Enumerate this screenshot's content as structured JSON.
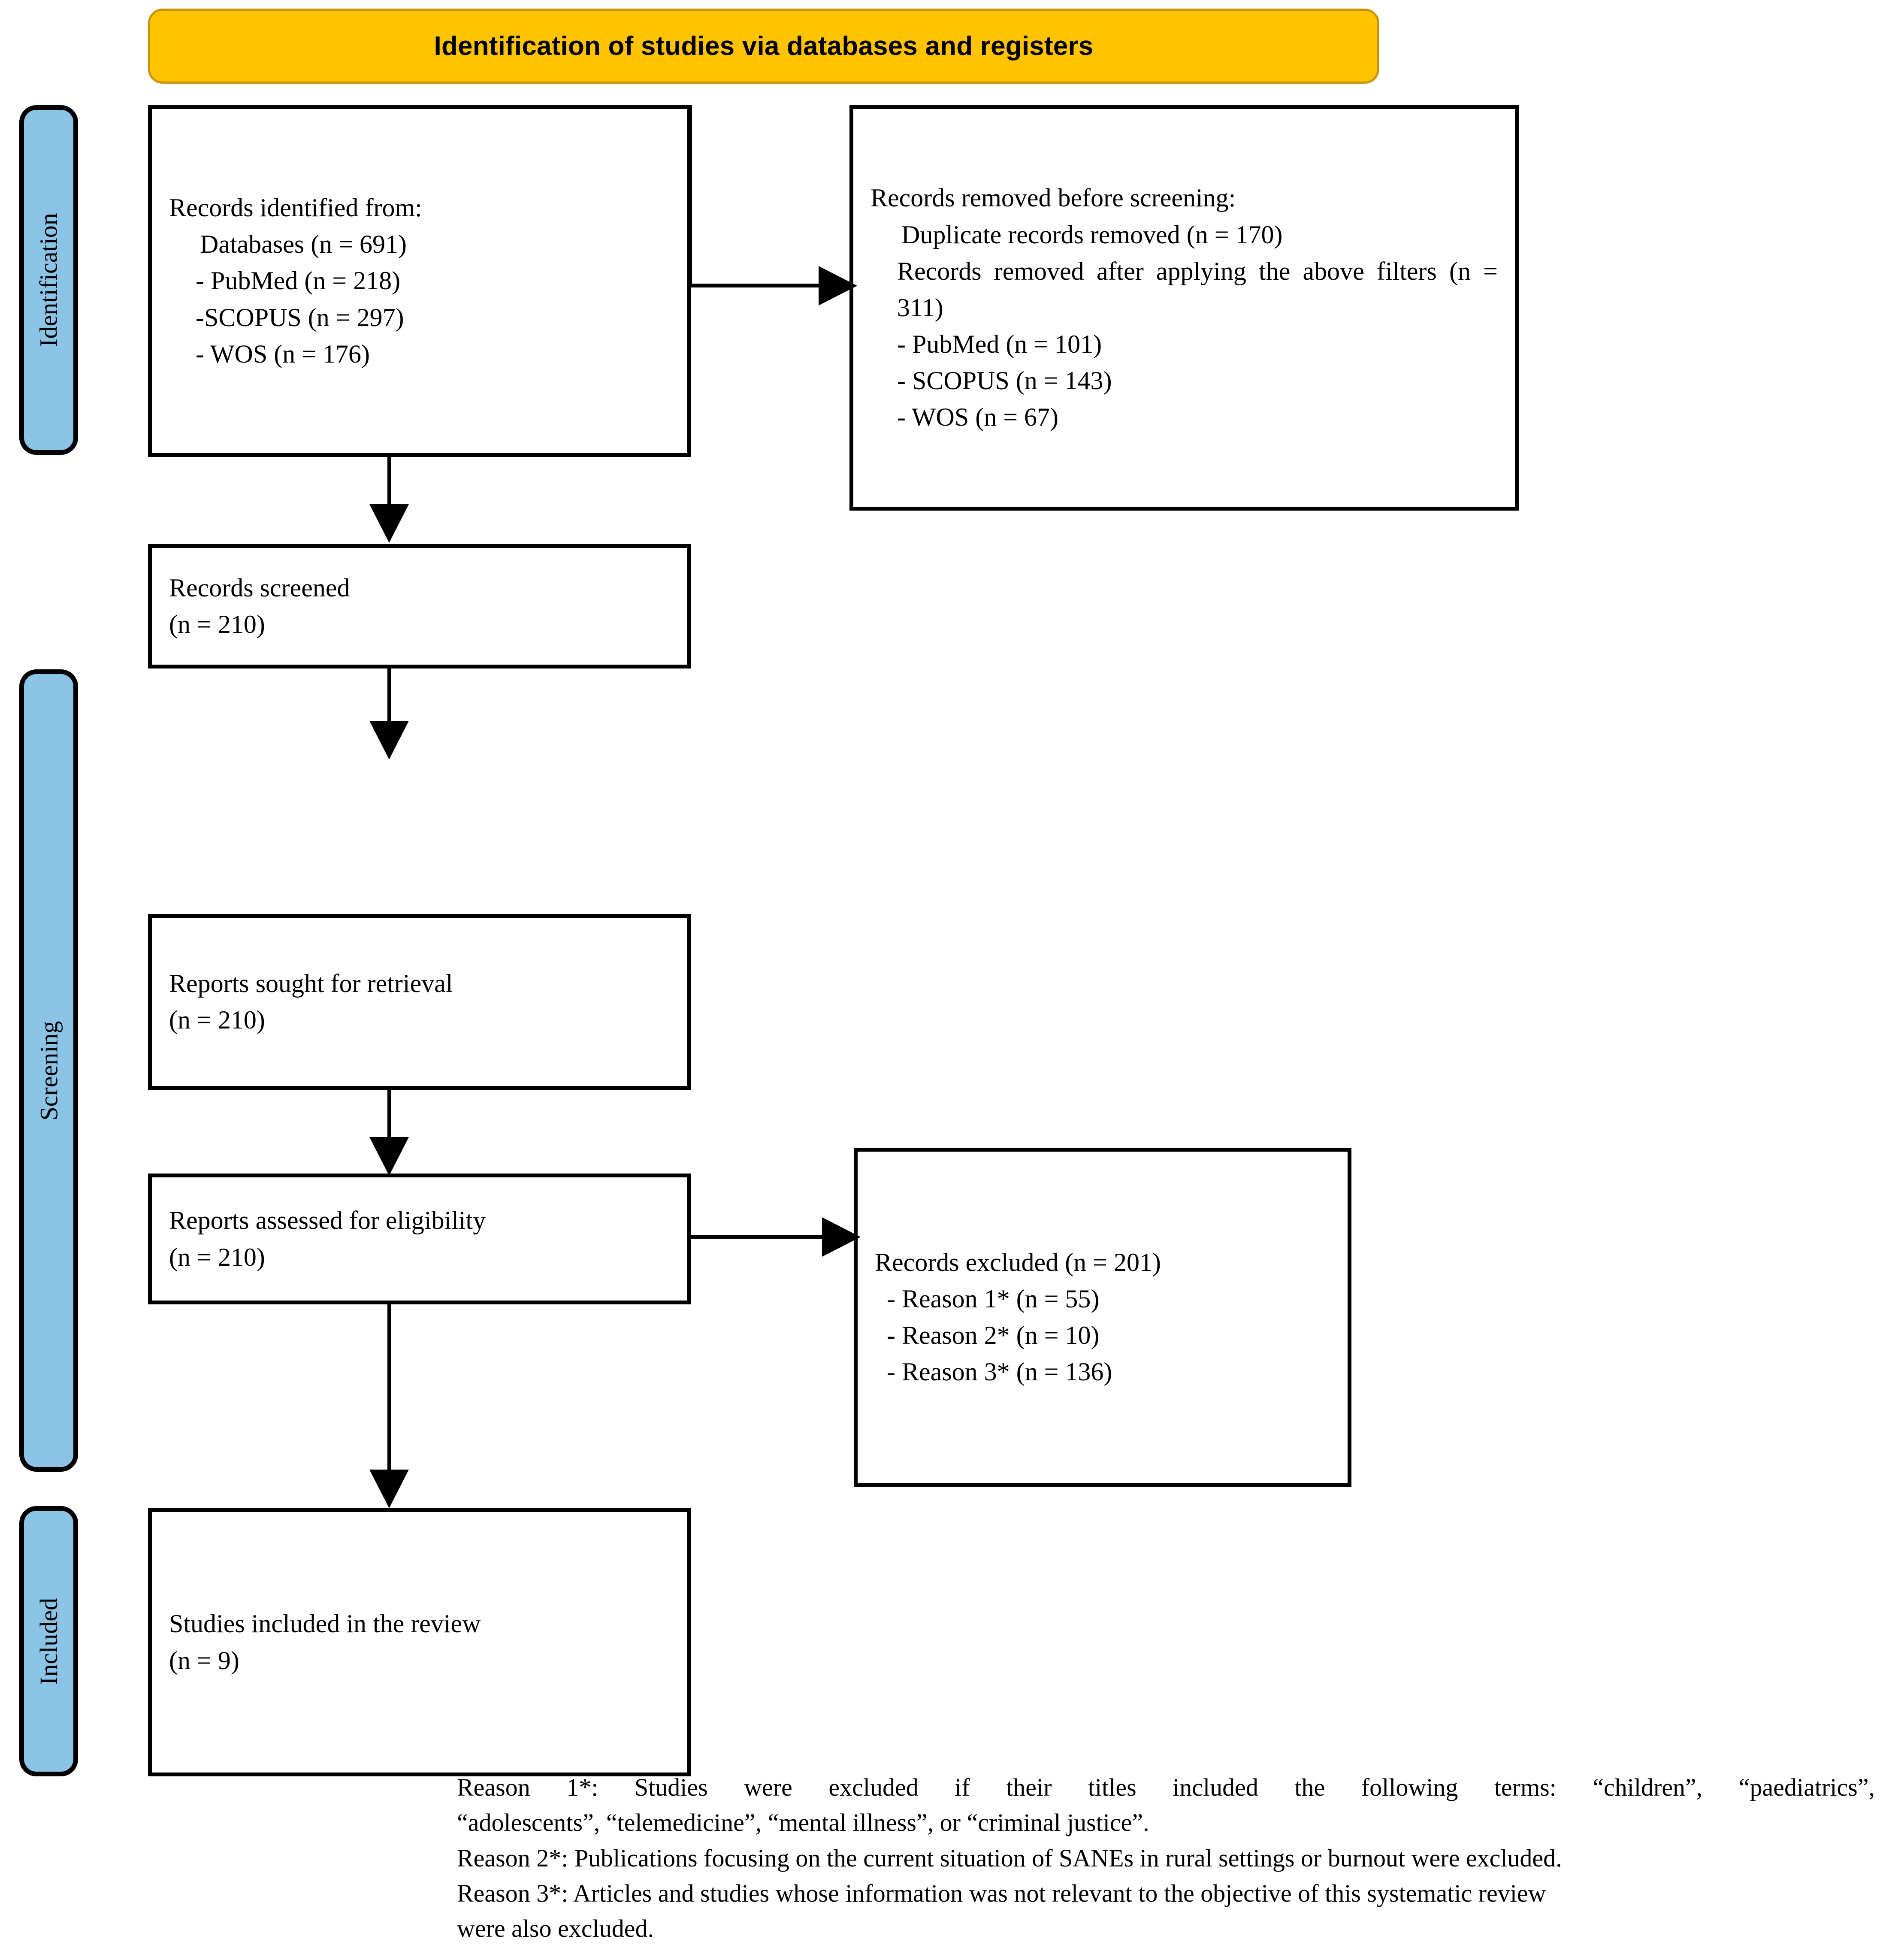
{
  "title": {
    "text": "Identification of studies via databases and registers"
  },
  "colors": {
    "banner_fill": "#FFC300",
    "banner_border": "#C8920A",
    "phase_fill": "#8CC4E8",
    "line": "#000000",
    "box_fill": "#FFFFFF"
  },
  "phases": [
    {
      "label": "Identification"
    },
    {
      "label": "Screening"
    },
    {
      "label": "Included"
    }
  ],
  "boxes": {
    "identified": {
      "lines": [
        "Records identified from:",
        "Databases (n = 691)",
        "- PubMed (n = 218)",
        "-SCOPUS (n = 297)",
        "- WOS (n = 176)"
      ]
    },
    "removed": {
      "lines": [
        "Records removed before screening:",
        "Duplicate records removed (n = 170)",
        "Records removed after applying the above filters (n = 311)",
        "- PubMed (n = 101)",
        "- SCOPUS (n = 143)",
        "- WOS (n = 67)"
      ]
    },
    "screened": {
      "lines": [
        "Records screened",
        "(n = 210)"
      ]
    },
    "sought": {
      "lines": [
        "Reports sought for retrieval",
        "(n = 210)"
      ]
    },
    "assessed": {
      "lines": [
        "Reports assessed for eligibility",
        "(n = 210)"
      ]
    },
    "excluded": {
      "lines": [
        "Records excluded (n = 201)",
        "- Reason 1* (n = 55)",
        "- Reason 2* (n = 10)",
        "- Reason 3* (n = 136)"
      ]
    },
    "included": {
      "lines": [
        "Studies included in the review",
        "(n = 9)"
      ]
    }
  },
  "footnotes": {
    "reason1": "Reason 1*: Studies were excluded if their titles included the following terms: “children”, “paediatrics”,",
    "reason1_cont": "“adolescents”, “telemedicine”, “mental illness”, or “criminal justice”.",
    "reason2": "Reason 2*: Publications focusing on the current situation of SANEs in rural settings or burnout were excluded.",
    "reason3": "Reason 3*: Articles and studies whose information was not relevant to the objective of this systematic review",
    "reason3_cont": "were also excluded."
  },
  "flow_data": {
    "type": "prisma-flow",
    "identified_total": 691,
    "identified_sources": {
      "PubMed": 218,
      "SCOPUS": 297,
      "WOS": 176
    },
    "duplicates_removed": 170,
    "removed_after_filters": 311,
    "removed_sources": {
      "PubMed": 101,
      "SCOPUS": 143,
      "WOS": 67
    },
    "records_screened": 210,
    "reports_sought": 210,
    "reports_assessed": 210,
    "records_excluded": 201,
    "exclusion_reasons": {
      "Reason 1*": 55,
      "Reason 2*": 10,
      "Reason 3*": 136
    },
    "studies_included": 9
  }
}
